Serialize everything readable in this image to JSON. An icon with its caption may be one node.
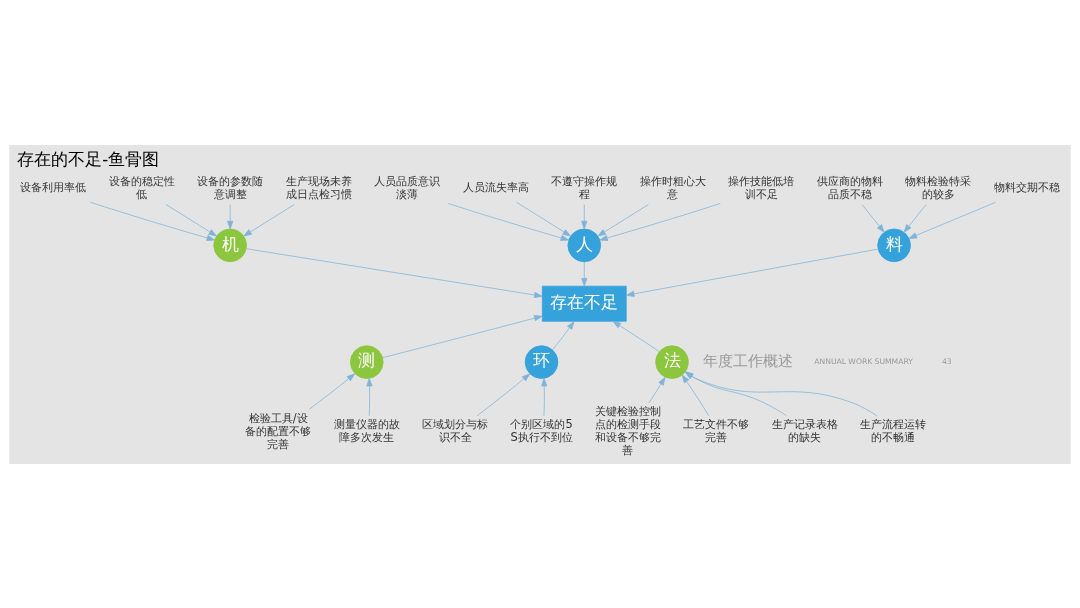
{
  "diagram": {
    "title": "存在的不足-鱼骨图",
    "nodes": [
      {
        "text": [
          "料"
        ]
      },
      {
        "text": [
          "机"
        ]
      },
      {
        "text": [
          "人"
        ]
      },
      {
        "text": [
          "供应商的物料品质不稳"
        ]
      },
      {
        "text": [
          "物料检验特采的较多"
        ]
      },
      {
        "text": [
          "设备利用率低"
        ]
      },
      {
        "text": [
          "人员品质意识淡薄"
        ]
      },
      {
        "text": [
          "人员流失率高"
        ]
      },
      {
        "text": [
          "设备的稳定性低"
        ]
      },
      {
        "text": [
          "不遵守操作规程"
        ]
      },
      {
        "text": [
          "物料交期不稳"
        ]
      },
      {
        "text": [
          "设备的参数随意调整"
        ]
      },
      {
        "text": [
          "生产现场未养成日点检习惯"
        ]
      },
      {
        "text": [
          "操作时粗心大意"
        ]
      },
      {
        "text": [
          "操作技能低培训不足"
        ]
      },
      {
        "text": [
          "存在不足"
        ]
      },
      {
        "text": [
          "检验工具/设备的配置不够完善"
        ]
      },
      {
        "text": [
          "区域划分与标识不全"
        ]
      },
      {
        "text": [
          "关键检验控制点的检测手段和设备不够完善"
        ]
      },
      {
        "text": [
          "工艺文件不够完善"
        ]
      },
      {
        "text": [
          "测量仪器的故障多次发生"
        ]
      },
      {
        "text": [
          "生产记录表格的缺失"
        ]
      },
      {
        "text": [
          "个别区域的5S执行不到位"
        ]
      },
      {
        "text": [
          "生产流程运转的不畅通"
        ]
      },
      {
        "text": [
          "测"
        ]
      },
      {
        "text": [
          "环"
        ]
      },
      {
        "text": [
          "法"
        ]
      }
    ],
    "edges": [
      {
        "from": 0,
        "to": 15,
        "arrow": "to"
      },
      {
        "from": 1,
        "to": 15,
        "arrow": "to"
      },
      {
        "from": 2,
        "to": 15,
        "arrow": "to"
      },
      {
        "from": 24,
        "to": 15,
        "arrow": "to"
      },
      {
        "from": 25,
        "to": 15,
        "arrow": "to"
      },
      {
        "from": 26,
        "to": 15,
        "arrow": "to"
      },
      {
        "from": 3,
        "to": 0,
        "arrow": "to"
      },
      {
        "from": 4,
        "to": 0,
        "arrow": "to"
      },
      {
        "from": 10,
        "to": 0,
        "arrow": "to"
      },
      {
        "from": 5,
        "to": 1,
        "arrow": "to"
      },
      {
        "from": 8,
        "to": 1,
        "arrow": "to"
      },
      {
        "from": 11,
        "to": 1,
        "arrow": "to"
      },
      {
        "from": 12,
        "to": 1,
        "arrow": "to"
      },
      {
        "from": 6,
        "to": 2,
        "arrow": "to"
      },
      {
        "from": 7,
        "to": 2,
        "arrow": "to"
      },
      {
        "from": 9,
        "to": 2,
        "arrow": "to"
      },
      {
        "from": 13,
        "to": 2,
        "arrow": "to"
      },
      {
        "from": 14,
        "to": 2,
        "arrow": "to"
      },
      {
        "from": 16,
        "to": 24,
        "arrow": "to"
      },
      {
        "from": 20,
        "to": 24,
        "arrow": "to"
      },
      {
        "from": 17,
        "to": 25,
        "arrow": "to"
      },
      {
        "from": 22,
        "to": 25,
        "arrow": "to"
      },
      {
        "from": 18,
        "to": 26,
        "arrow": "to"
      },
      {
        "from": 19,
        "to": 26,
        "arrow": "to"
      },
      {
        "from": 21,
        "to": 26,
        "arrow": "to"
      },
      {
        "from": 23,
        "to": 26,
        "arrow": "to"
      }
    ],
    "labels": [
      "年度工作概述",
      "ANNUAL WORK SUMMARY",
      "43"
    ]
  }
}
